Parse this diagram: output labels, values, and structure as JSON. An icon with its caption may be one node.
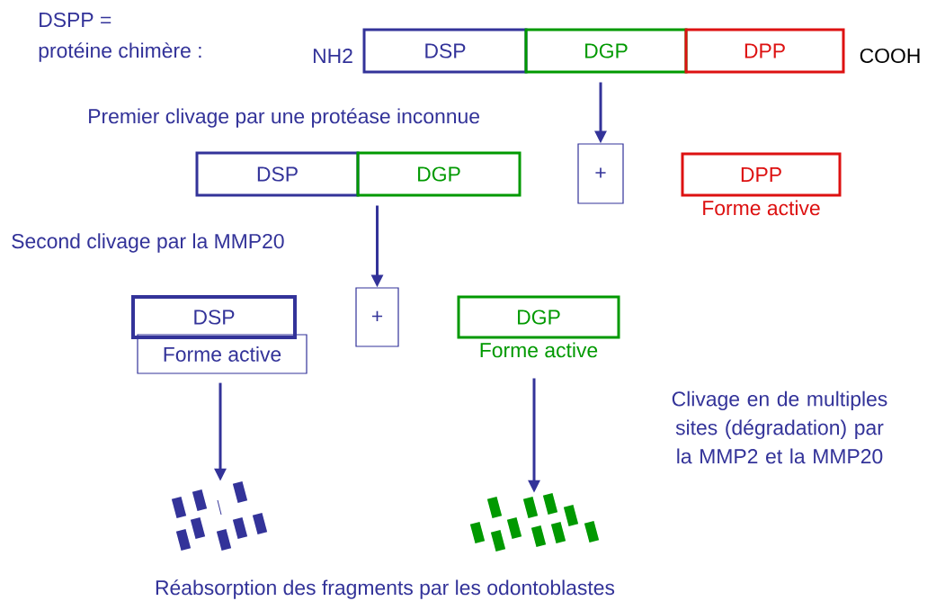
{
  "diagram": {
    "nodes": [
      {
        "text": [
          "DSP"
        ]
      },
      {
        "text": [
          "DGP"
        ]
      },
      {
        "text": [
          "DPP"
        ]
      },
      {
        "text": [
          "+"
        ]
      },
      {
        "text": [
          "DSP"
        ]
      },
      {
        "text": [
          "DGP"
        ]
      },
      {
        "text": [
          "DPP"
        ],
        "beside": [
          "Forme active"
        ]
      },
      {
        "text": [
          "+"
        ]
      },
      {
        "text": [
          "DSP"
        ]
      },
      {
        "text": [
          "Forme active"
        ]
      },
      {
        "text": [
          "DGP"
        ],
        "beside": [
          "Forme active"
        ]
      },
      {
        "text": [],
        "shape": "picture"
      },
      {
        "text": [],
        "shape": "picture"
      }
    ],
    "edges": [
      {
        "from": 1,
        "to": 3,
        "arrow": "to"
      },
      {
        "from": 5,
        "to": 7,
        "arrow": "to"
      },
      {
        "from": 9,
        "to": 11,
        "arrow": "to"
      },
      {
        "from": 10,
        "to": 12,
        "arrow": "to"
      }
    ],
    "labels": [
      "DSPP =",
      "protéine chimère :",
      "NH2",
      "COOH",
      "Premier clivage par une protéase inconnue",
      "Second clivage par la MMP20",
      "Clivage en de multiples sites (dégradation) par la MMP2 et la MMP20",
      "Réabsorption des fragments par les odontoblastes"
    ]
  }
}
